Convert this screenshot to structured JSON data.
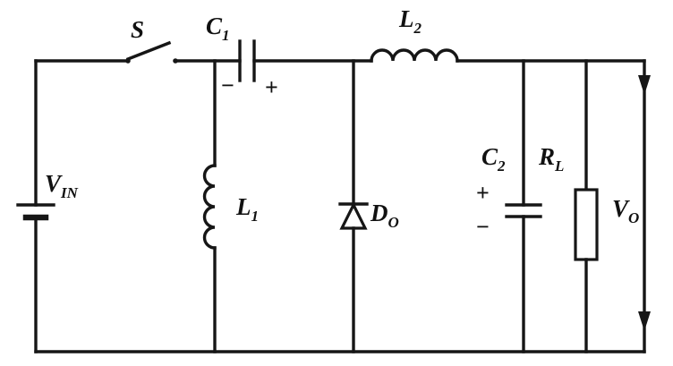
{
  "labels": {
    "vin": {
      "main": "V",
      "sub": "IN"
    },
    "s": {
      "main": "S"
    },
    "c1": {
      "main": "C",
      "sub": "1"
    },
    "c1_minus": "−",
    "c1_plus": "+",
    "l1": {
      "main": "L",
      "sub": "1"
    },
    "l2": {
      "main": "L",
      "sub": "2"
    },
    "do": {
      "main": "D",
      "sub": "O"
    },
    "c2": {
      "main": "C",
      "sub": "2"
    },
    "c2_plus": "+",
    "c2_minus": "−",
    "rl": {
      "main": "R",
      "sub": "L"
    },
    "vo": {
      "main": "V",
      "sub": "O"
    }
  },
  "colors": {
    "wire": "#161616",
    "background": "#ffffff"
  }
}
